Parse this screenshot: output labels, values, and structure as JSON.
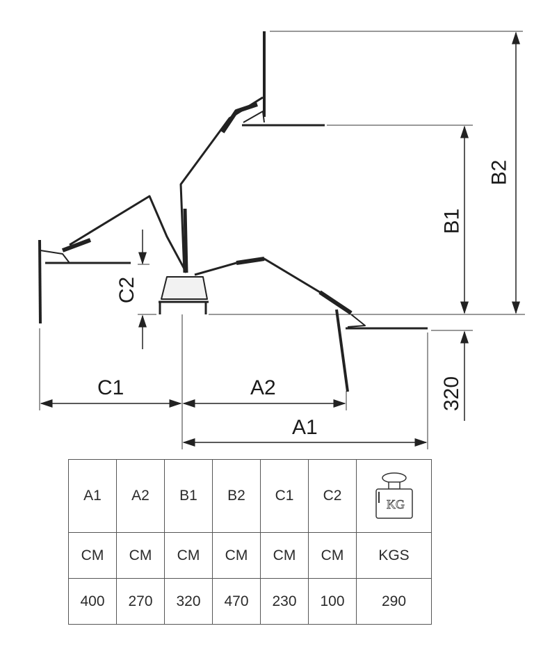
{
  "diagram": {
    "labels": {
      "b2": "B2",
      "b1": "B1",
      "c2": "C2",
      "c1": "C1",
      "a2": "A2",
      "a1": "A1",
      "h320": "320"
    }
  },
  "spec_table": {
    "headers": [
      "A1",
      "A2",
      "B1",
      "B2",
      "C1",
      "C2"
    ],
    "weight_icon_text": "KG",
    "units": [
      "CM",
      "CM",
      "CM",
      "CM",
      "CM",
      "CM",
      "KGS"
    ],
    "values": [
      "400",
      "270",
      "320",
      "470",
      "230",
      "100",
      "290"
    ]
  }
}
